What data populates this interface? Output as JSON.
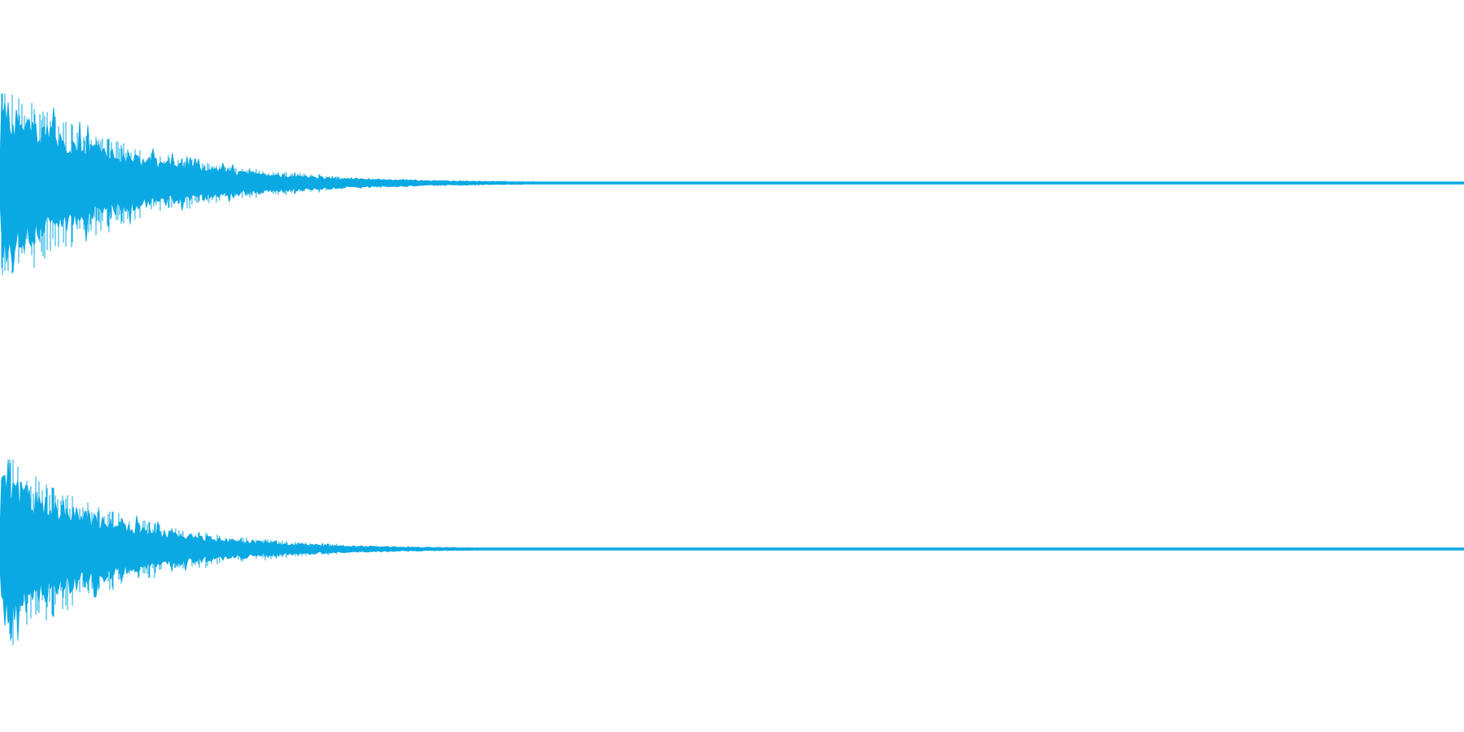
{
  "waveform": {
    "color": "#0aa9e3",
    "background": "#ffffff",
    "channels": [
      {
        "name": "channel-1",
        "decay": 0.0064,
        "peak_amplitude": 0.95,
        "noise_floor": 0.012
      },
      {
        "name": "channel-2",
        "decay": 0.0072,
        "peak_amplitude": 0.92,
        "noise_floor": 0.012
      }
    ]
  }
}
